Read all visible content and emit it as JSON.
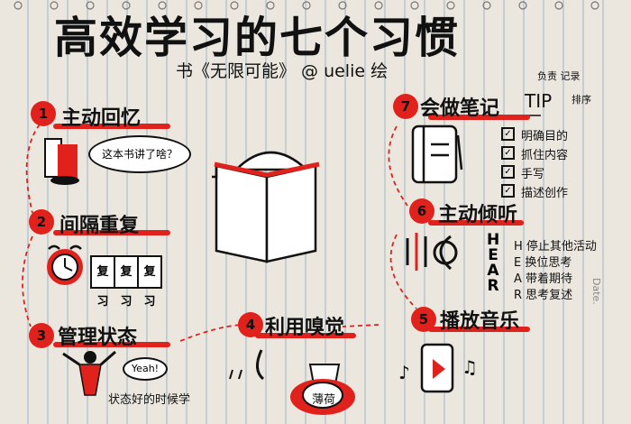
{
  "title": "高效学习的七个习惯",
  "subtitle": "书《无限可能》 @ uelie 绘",
  "habits": [
    {
      "number": "1",
      "title": "主动回忆",
      "bubble": "这本书讲了啥？"
    },
    {
      "number": "2",
      "title": "间隔重复",
      "cards": [
        "复习",
        "复习",
        "复习"
      ]
    },
    {
      "number": "3",
      "title": "管理状态",
      "bubble": "Yeah!",
      "note": "状态好的时候学"
    },
    {
      "number": "4",
      "title": "利用嗅觉",
      "tag": "薄荷"
    },
    {
      "number": "5",
      "title": "播放音乐"
    },
    {
      "number": "6",
      "title": "主动倾听",
      "hear_letters": [
        "H",
        "E",
        "A",
        "R"
      ],
      "notes": [
        "H 停止其他活动",
        "E 换位思考",
        "A 带着期待",
        "R 思考复述"
      ]
    },
    {
      "number": "7",
      "title": "会做笔记",
      "tip_label": "TIP",
      "tip_extra": [
        "负责 记录",
        "排序"
      ],
      "checklist": [
        "明确目的",
        "抓住内容",
        "手写",
        "描述创作"
      ]
    }
  ],
  "side_label": "Date.",
  "colors": {
    "accent": "#e1211b",
    "ink": "#111111",
    "paper": "#ebe7df",
    "line": "#9db4c6"
  }
}
